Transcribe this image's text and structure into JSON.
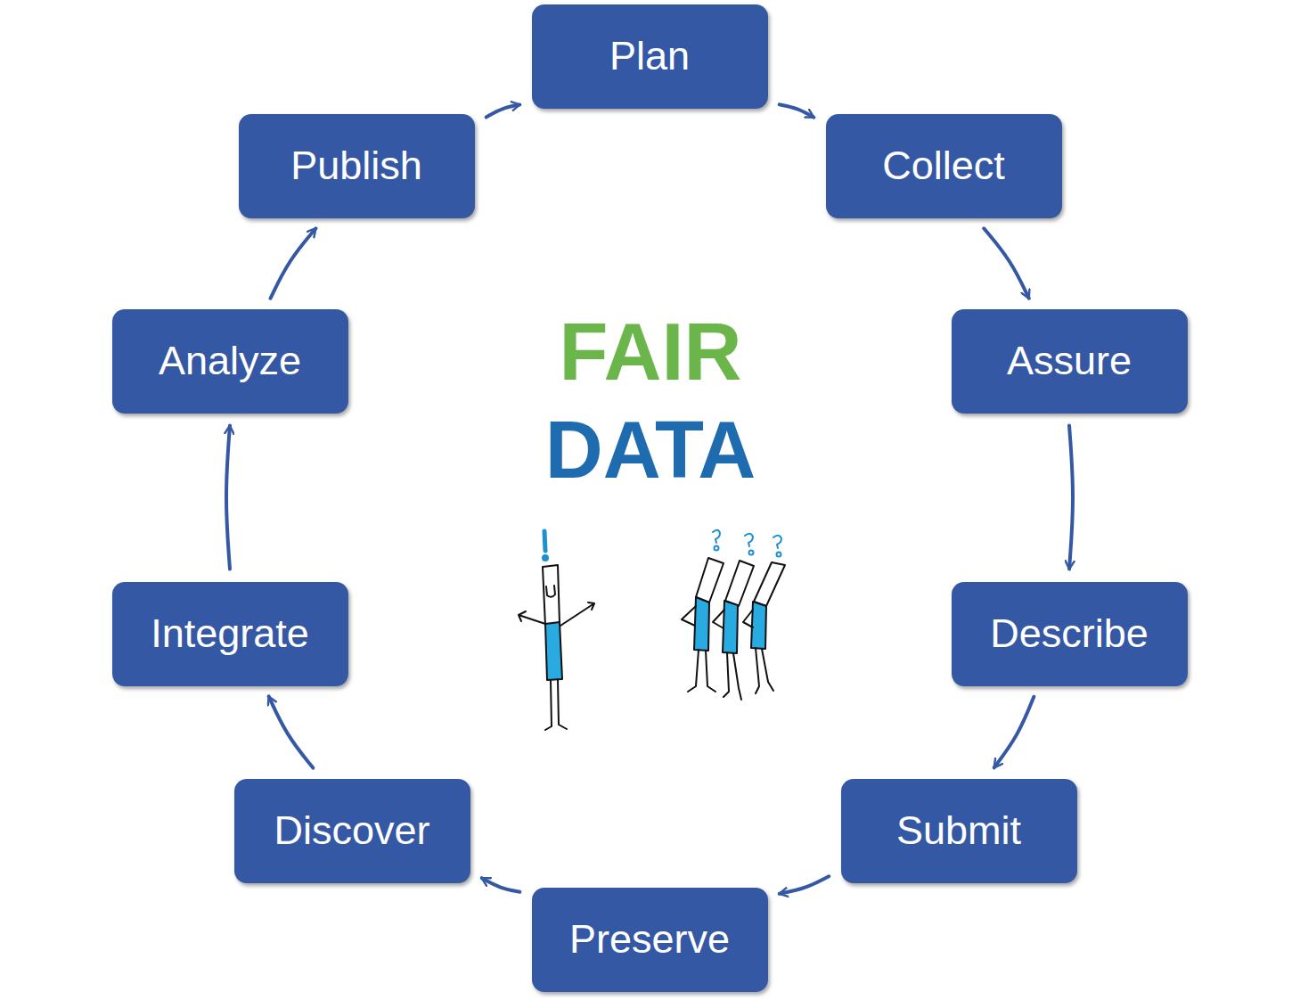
{
  "diagram": {
    "nodes": [
      {
        "text": [
          "Plan"
        ]
      },
      {
        "text": [
          "Collect"
        ]
      },
      {
        "text": [
          "Assure"
        ]
      },
      {
        "text": [
          "Describe"
        ]
      },
      {
        "text": [
          "Submit"
        ]
      },
      {
        "text": [
          "Preserve"
        ]
      },
      {
        "text": [
          "Discover"
        ]
      },
      {
        "text": [
          "Integrate"
        ]
      },
      {
        "text": [
          "Analyze"
        ]
      },
      {
        "text": [
          "Publish"
        ]
      }
    ],
    "edges": [
      {
        "from": 0,
        "to": 1,
        "arrow": "to"
      },
      {
        "from": 1,
        "to": 2,
        "arrow": "to"
      },
      {
        "from": 2,
        "to": 3,
        "arrow": "to"
      },
      {
        "from": 3,
        "to": 4,
        "arrow": "to"
      },
      {
        "from": 4,
        "to": 5,
        "arrow": "to"
      },
      {
        "from": 5,
        "to": 6,
        "arrow": "to"
      },
      {
        "from": 6,
        "to": 7,
        "arrow": "to"
      },
      {
        "from": 7,
        "to": 8,
        "arrow": "to"
      },
      {
        "from": 8,
        "to": 9,
        "arrow": "to"
      },
      {
        "from": 9,
        "to": 0,
        "arrow": "to"
      }
    ],
    "labels": [
      "FAIR",
      "DATA"
    ]
  }
}
